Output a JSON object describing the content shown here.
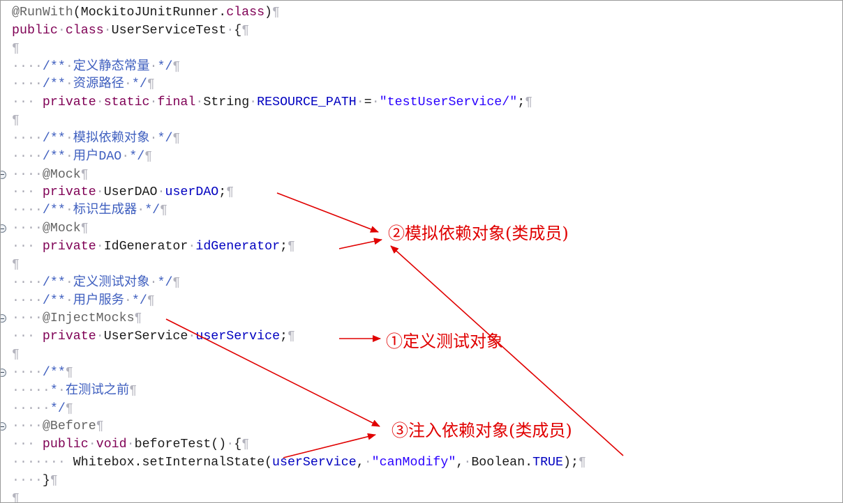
{
  "code_lines": [
    {
      "fold": false,
      "tokens": [
        {
          "t": "ann",
          "v": "@RunWith"
        },
        {
          "t": "txt",
          "v": "(MockitoJUnitRunner."
        },
        {
          "t": "kw",
          "v": "class"
        },
        {
          "t": "txt",
          "v": ")"
        },
        {
          "t": "pil",
          "v": "¶"
        }
      ]
    },
    {
      "fold": false,
      "tokens": [
        {
          "t": "kw",
          "v": "public"
        },
        {
          "t": "ws",
          "v": "·"
        },
        {
          "t": "kw",
          "v": "class"
        },
        {
          "t": "ws",
          "v": "·"
        },
        {
          "t": "txt",
          "v": "UserServiceTest"
        },
        {
          "t": "ws",
          "v": "·"
        },
        {
          "t": "txt",
          "v": "{"
        },
        {
          "t": "pil",
          "v": "¶"
        }
      ]
    },
    {
      "fold": false,
      "tokens": [
        {
          "t": "pil",
          "v": "¶"
        }
      ]
    },
    {
      "fold": false,
      "tokens": [
        {
          "t": "ws",
          "v": "····"
        },
        {
          "t": "cmt",
          "v": "/**"
        },
        {
          "t": "ws",
          "v": "·"
        },
        {
          "t": "cmt",
          "v": "定义静态常量"
        },
        {
          "t": "ws",
          "v": "·"
        },
        {
          "t": "cmt",
          "v": "*/"
        },
        {
          "t": "pil",
          "v": "¶"
        }
      ]
    },
    {
      "fold": false,
      "tokens": [
        {
          "t": "ws",
          "v": "····"
        },
        {
          "t": "cmt",
          "v": "/**"
        },
        {
          "t": "ws",
          "v": "·"
        },
        {
          "t": "cmt",
          "v": "资源路径"
        },
        {
          "t": "ws",
          "v": "·"
        },
        {
          "t": "cmt",
          "v": "*/"
        },
        {
          "t": "pil",
          "v": "¶"
        }
      ]
    },
    {
      "fold": false,
      "tokens": [
        {
          "t": "ws",
          "v": "···"
        },
        {
          "t": "ws",
          "v": " "
        },
        {
          "t": "kw",
          "v": "private"
        },
        {
          "t": "ws",
          "v": "·"
        },
        {
          "t": "kw",
          "v": "static"
        },
        {
          "t": "ws",
          "v": "·"
        },
        {
          "t": "kw",
          "v": "final"
        },
        {
          "t": "ws",
          "v": "·"
        },
        {
          "t": "txt",
          "v": "String"
        },
        {
          "t": "ws",
          "v": "·"
        },
        {
          "t": "fld",
          "v": "RESOURCE_PATH"
        },
        {
          "t": "ws",
          "v": "·"
        },
        {
          "t": "txt",
          "v": "="
        },
        {
          "t": "ws",
          "v": "·"
        },
        {
          "t": "str",
          "v": "\"testUserService/\""
        },
        {
          "t": "txt",
          "v": ";"
        },
        {
          "t": "pil",
          "v": "¶"
        }
      ]
    },
    {
      "fold": false,
      "tokens": [
        {
          "t": "pil",
          "v": "¶"
        }
      ]
    },
    {
      "fold": false,
      "tokens": [
        {
          "t": "ws",
          "v": "····"
        },
        {
          "t": "cmt",
          "v": "/**"
        },
        {
          "t": "ws",
          "v": "·"
        },
        {
          "t": "cmt",
          "v": "模拟依赖对象"
        },
        {
          "t": "ws",
          "v": "·"
        },
        {
          "t": "cmt",
          "v": "*/"
        },
        {
          "t": "pil",
          "v": "¶"
        }
      ]
    },
    {
      "fold": false,
      "tokens": [
        {
          "t": "ws",
          "v": "····"
        },
        {
          "t": "cmt",
          "v": "/**"
        },
        {
          "t": "ws",
          "v": "·"
        },
        {
          "t": "cmt",
          "v": "用户DAO"
        },
        {
          "t": "ws",
          "v": "·"
        },
        {
          "t": "cmt",
          "v": "*/"
        },
        {
          "t": "pil",
          "v": "¶"
        }
      ]
    },
    {
      "fold": true,
      "tokens": [
        {
          "t": "ws",
          "v": "····"
        },
        {
          "t": "ann",
          "v": "@Mock"
        },
        {
          "t": "pil",
          "v": "¶"
        }
      ]
    },
    {
      "fold": false,
      "tokens": [
        {
          "t": "ws",
          "v": "···"
        },
        {
          "t": "ws",
          "v": " "
        },
        {
          "t": "kw",
          "v": "private"
        },
        {
          "t": "ws",
          "v": "·"
        },
        {
          "t": "txt",
          "v": "UserDAO"
        },
        {
          "t": "ws",
          "v": "·"
        },
        {
          "t": "fld",
          "v": "userDAO"
        },
        {
          "t": "txt",
          "v": ";"
        },
        {
          "t": "pil",
          "v": "¶"
        }
      ]
    },
    {
      "fold": false,
      "tokens": [
        {
          "t": "ws",
          "v": "····"
        },
        {
          "t": "cmt",
          "v": "/**"
        },
        {
          "t": "ws",
          "v": "·"
        },
        {
          "t": "cmt",
          "v": "标识生成器"
        },
        {
          "t": "ws",
          "v": "·"
        },
        {
          "t": "cmt",
          "v": "*/"
        },
        {
          "t": "pil",
          "v": "¶"
        }
      ]
    },
    {
      "fold": true,
      "tokens": [
        {
          "t": "ws",
          "v": "····"
        },
        {
          "t": "ann",
          "v": "@Mock"
        },
        {
          "t": "pil",
          "v": "¶"
        }
      ]
    },
    {
      "fold": false,
      "tokens": [
        {
          "t": "ws",
          "v": "···"
        },
        {
          "t": "ws",
          "v": " "
        },
        {
          "t": "kw",
          "v": "private"
        },
        {
          "t": "ws",
          "v": "·"
        },
        {
          "t": "txt",
          "v": "IdGenerator"
        },
        {
          "t": "ws",
          "v": "·"
        },
        {
          "t": "fld",
          "v": "idGenerator"
        },
        {
          "t": "txt",
          "v": ";"
        },
        {
          "t": "pil",
          "v": "¶"
        }
      ]
    },
    {
      "fold": false,
      "tokens": [
        {
          "t": "pil",
          "v": "¶"
        }
      ]
    },
    {
      "fold": false,
      "tokens": [
        {
          "t": "ws",
          "v": "····"
        },
        {
          "t": "cmt",
          "v": "/**"
        },
        {
          "t": "ws",
          "v": "·"
        },
        {
          "t": "cmt",
          "v": "定义测试对象"
        },
        {
          "t": "ws",
          "v": "·"
        },
        {
          "t": "cmt",
          "v": "*/"
        },
        {
          "t": "pil",
          "v": "¶"
        }
      ]
    },
    {
      "fold": false,
      "tokens": [
        {
          "t": "ws",
          "v": "····"
        },
        {
          "t": "cmt",
          "v": "/**"
        },
        {
          "t": "ws",
          "v": "·"
        },
        {
          "t": "cmt",
          "v": "用户服务"
        },
        {
          "t": "ws",
          "v": "·"
        },
        {
          "t": "cmt",
          "v": "*/"
        },
        {
          "t": "pil",
          "v": "¶"
        }
      ]
    },
    {
      "fold": true,
      "tokens": [
        {
          "t": "ws",
          "v": "····"
        },
        {
          "t": "ann",
          "v": "@InjectMocks"
        },
        {
          "t": "pil",
          "v": "¶"
        }
      ]
    },
    {
      "fold": false,
      "tokens": [
        {
          "t": "ws",
          "v": "···"
        },
        {
          "t": "ws",
          "v": " "
        },
        {
          "t": "kw",
          "v": "private"
        },
        {
          "t": "ws",
          "v": "·"
        },
        {
          "t": "txt",
          "v": "UserService"
        },
        {
          "t": "ws",
          "v": "·"
        },
        {
          "t": "fld",
          "v": "userService"
        },
        {
          "t": "txt",
          "v": ";"
        },
        {
          "t": "pil",
          "v": "¶"
        }
      ]
    },
    {
      "fold": false,
      "tokens": [
        {
          "t": "pil",
          "v": "¶"
        }
      ]
    },
    {
      "fold": true,
      "tokens": [
        {
          "t": "ws",
          "v": "····"
        },
        {
          "t": "cmt",
          "v": "/**"
        },
        {
          "t": "pil",
          "v": "¶"
        }
      ]
    },
    {
      "fold": false,
      "tokens": [
        {
          "t": "ws",
          "v": "·····"
        },
        {
          "t": "cmt",
          "v": "*"
        },
        {
          "t": "ws",
          "v": "·"
        },
        {
          "t": "cmt",
          "v": "在测试之前"
        },
        {
          "t": "pil",
          "v": "¶"
        }
      ]
    },
    {
      "fold": false,
      "tokens": [
        {
          "t": "ws",
          "v": "·····"
        },
        {
          "t": "cmt",
          "v": "*/"
        },
        {
          "t": "pil",
          "v": "¶"
        }
      ]
    },
    {
      "fold": true,
      "tokens": [
        {
          "t": "ws",
          "v": "····"
        },
        {
          "t": "ann",
          "v": "@Before"
        },
        {
          "t": "pil",
          "v": "¶"
        }
      ]
    },
    {
      "fold": false,
      "tokens": [
        {
          "t": "ws",
          "v": "···"
        },
        {
          "t": "ws",
          "v": " "
        },
        {
          "t": "kw",
          "v": "public"
        },
        {
          "t": "ws",
          "v": "·"
        },
        {
          "t": "kw",
          "v": "void"
        },
        {
          "t": "ws",
          "v": "·"
        },
        {
          "t": "txt",
          "v": "beforeTest()"
        },
        {
          "t": "ws",
          "v": "·"
        },
        {
          "t": "txt",
          "v": "{"
        },
        {
          "t": "pil",
          "v": "¶"
        }
      ]
    },
    {
      "fold": false,
      "tokens": [
        {
          "t": "ws",
          "v": "·······"
        },
        {
          "t": "ws",
          "v": " "
        },
        {
          "t": "txt",
          "v": "Whitebox.setInternalState("
        },
        {
          "t": "fld",
          "v": "userService"
        },
        {
          "t": "txt",
          "v": ","
        },
        {
          "t": "ws",
          "v": "·"
        },
        {
          "t": "str",
          "v": "\"canModify\""
        },
        {
          "t": "txt",
          "v": ","
        },
        {
          "t": "ws",
          "v": "·"
        },
        {
          "t": "txt",
          "v": "Boolean."
        },
        {
          "t": "fld",
          "v": "TRUE"
        },
        {
          "t": "txt",
          "v": ");"
        },
        {
          "t": "pil",
          "v": "¶"
        }
      ]
    },
    {
      "fold": false,
      "tokens": [
        {
          "t": "ws",
          "v": "····"
        },
        {
          "t": "txt",
          "v": "}"
        },
        {
          "t": "pil",
          "v": "¶"
        }
      ]
    },
    {
      "fold": false,
      "tokens": [
        {
          "t": "pil",
          "v": "¶"
        }
      ]
    }
  ],
  "callouts": {
    "mock": "②模拟依赖对象(类成员)",
    "define": "①定义测试对象",
    "inject": "③注入依赖对象(类成员)"
  },
  "colors": {
    "keyword": "#7f0055",
    "annotation": "#646464",
    "comment": "#3f5fbf",
    "field": "#0000c0",
    "string": "#2a00ff",
    "whitespace_marker": "#a9a9b4",
    "callout": "#e00000"
  }
}
